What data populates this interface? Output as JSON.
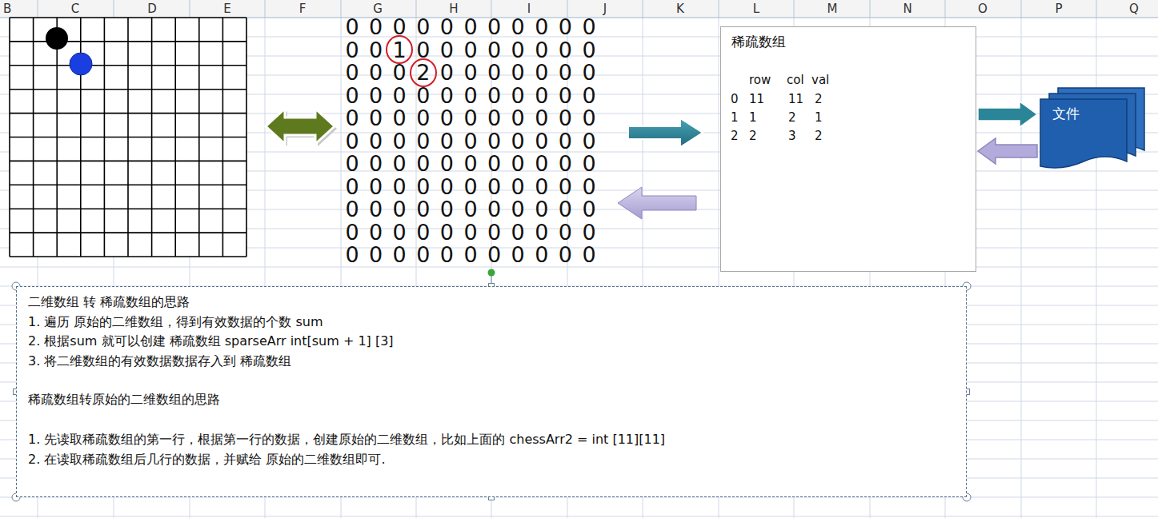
{
  "diagram": {
    "nodes": [
      {
        "text": [
          "稀疏数组"
        ]
      },
      {
        "text": [
          "文件"
        ]
      },
      {
        "text": [
          "二维数组 转 稀疏数组的思路",
          "1. 遍历 原始的二维数组，得到有效数据的个数 sum",
          "2. 根据sum 就可以创建 稀疏数组 sparseArr  int[sum + 1] [3]",
          "3. 将二维数组的有效数据数据存入到 稀疏数组",
          "稀疏数组转原始的二维数组的思路",
          "1. 先读取稀疏数组的第一行，根据第一行的数据，创建原始的二维数组，比如上面的 chessArr2 = int [11][11]",
          "2. 在读取稀疏数组后几行的数据，并赋给 原始的二维数组即可."
        ]
      }
    ],
    "edges": [
      {
        "from": 0,
        "to": 1,
        "arrow": "to"
      },
      {
        "from": 1,
        "to": 0,
        "arrow": "to"
      }
    ],
    "labels": [
      "B",
      "C",
      "D",
      "E",
      "F",
      "G",
      "H",
      "I",
      "J",
      "K",
      "L",
      "M",
      "N",
      "O",
      "P",
      "Q",
      "0",
      "0",
      "0",
      "0",
      "0",
      "0",
      "0",
      "0",
      "0",
      "0",
      "0",
      "0",
      "0",
      "1",
      "0",
      "0",
      "0",
      "0",
      "0",
      "0",
      "0",
      "0",
      "0",
      "0",
      "0",
      "2",
      "0",
      "0",
      "0",
      "0",
      "0",
      "0",
      "0",
      "0",
      "0",
      "0",
      "0",
      "0",
      "0",
      "0",
      "0",
      "0",
      "0",
      "0",
      "0",
      "0",
      "0",
      "0",
      "0",
      "0",
      "0",
      "0",
      "0",
      "0",
      "0",
      "0",
      "0",
      "0",
      "0",
      "0",
      "0",
      "0",
      "0",
      "0",
      "0",
      "0",
      "0",
      "0",
      "0",
      "0",
      "0",
      "0",
      "0",
      "0",
      "0",
      "0",
      "0",
      "0",
      "0",
      "0",
      "0",
      "0",
      "0",
      "0",
      "0",
      "0",
      "0",
      "0",
      "0",
      "0",
      "0",
      "0",
      "0",
      "0",
      "0",
      "0",
      "0",
      "0",
      "0",
      "0",
      "0",
      "0",
      "0",
      "0",
      "0",
      "0",
      "0",
      "0",
      "0",
      "0",
      "0",
      "0",
      "0",
      "0",
      "0",
      "0",
      "0",
      "0",
      "0",
      "0",
      "0",
      "row",
      "col",
      "val",
      "0",
      "11",
      "11",
      "2",
      "1",
      "1",
      "2",
      "1",
      "2",
      "2",
      "3",
      "2"
    ]
  }
}
